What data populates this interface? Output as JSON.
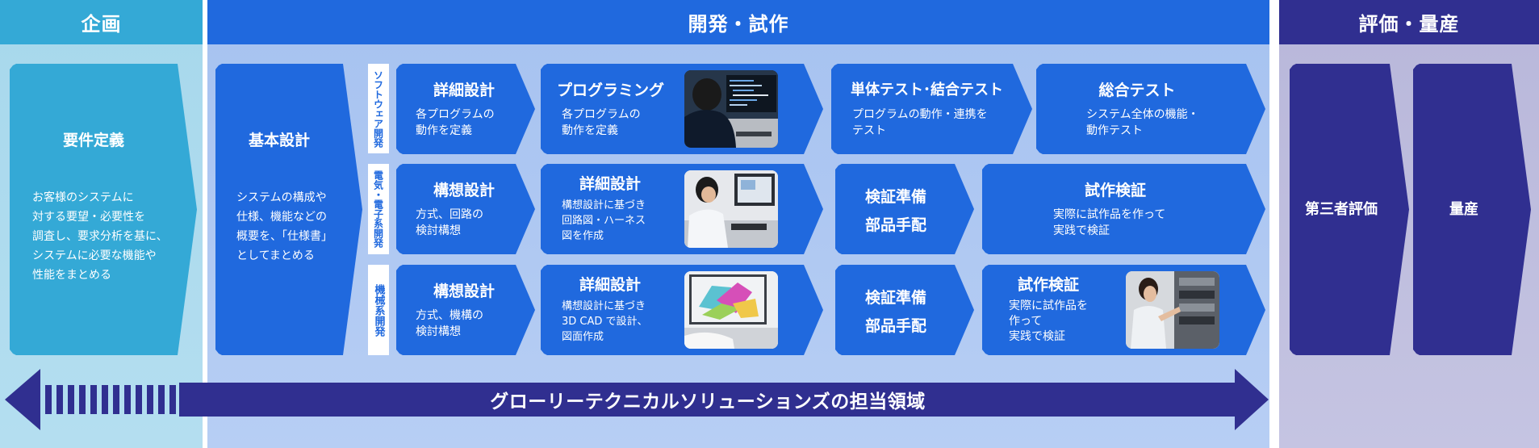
{
  "columns": {
    "planning": {
      "header": "企画"
    },
    "development": {
      "header": "開発・試作"
    },
    "evaluation": {
      "header": "評価・量産"
    }
  },
  "requirements": {
    "title": "要件定義",
    "desc": "お客様のシステムに\n対する要望・必要性を\n調査し、要求分析を基に、\nシステムに必要な機能や\n性能をまとめる"
  },
  "basic_design": {
    "title": "基本設計",
    "desc": "システムの構成や\n仕様、機能などの\n概要を、「仕様書」\nとしてまとめる"
  },
  "rows": {
    "software": {
      "label": "ソフトウェア開発",
      "detail": {
        "title": "詳細設計",
        "desc": "各プログラムの\n動作を定義"
      },
      "programming": {
        "title": "プログラミング",
        "desc": "各プログラムの\n動作を定義"
      },
      "unit_test": {
        "title": "単体テスト･結合テスト",
        "desc": "プログラムの動作・連携を\nテスト"
      },
      "total_test": {
        "title": "総合テスト",
        "desc": "システム全体の機能・\n動作テスト"
      }
    },
    "electrical": {
      "label": "電気・電子系開発",
      "concept": {
        "title": "構想設計",
        "desc": "方式、回路の\n検討構想"
      },
      "detail": {
        "title": "詳細設計",
        "desc": "構想設計に基づき\n回路図・ハーネス\n図を作成"
      },
      "prep": {
        "line1": "検証準備",
        "line2": "部品手配"
      },
      "prototype": {
        "title": "試作検証",
        "desc": "実際に試作品を作って\n実践で検証"
      }
    },
    "mechanical": {
      "label": "機械系開発",
      "concept": {
        "title": "構想設計",
        "desc": "方式、機構の\n検討構想"
      },
      "detail": {
        "title": "詳細設計",
        "desc": "構想設計に基づき\n3D CAD で設計、\n図面作成"
      },
      "prep": {
        "line1": "検証準備",
        "line2": "部品手配"
      },
      "prototype": {
        "title": "試作検証",
        "desc": "実際に試作品を\n作って\n実践で検証"
      }
    }
  },
  "third_party": {
    "title": "第三者評価"
  },
  "mass_production": {
    "title": "量産"
  },
  "banner": {
    "label": "グローリーテクニカルソリューションズの担当領域"
  },
  "colors": {
    "planning_bg": "#a5d6ea",
    "planning_head": "#34a9d6",
    "dev_bg": "#a9c4f0",
    "dev_head": "#2069de",
    "eval_bg": "#b9b8d9",
    "eval_head": "#302f90",
    "box_blue": "#2069de",
    "box_navy": "#302f90",
    "box_cyan": "#34a9d6"
  }
}
